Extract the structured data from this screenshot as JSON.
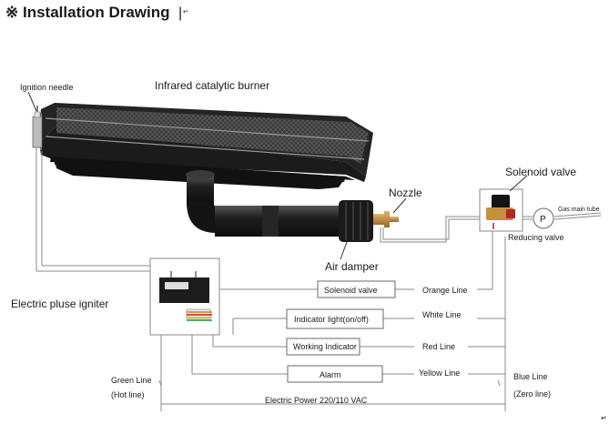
{
  "heading": {
    "mark": "※",
    "title": "Installation Drawing",
    "cursor": "|",
    "trailing_mark": "↵"
  },
  "labels": {
    "ignition_needle": "Ignition needle",
    "burner": "Infrared catalytic burner",
    "nozzle": "Nozzle",
    "air_damper": "Air damper",
    "solenoid_valve": "Solenoid valve",
    "gas_main_tube": "Gas main tube",
    "reducing_valve": "Reducing valve",
    "regulator_symbol": "P",
    "igniter": "Electric pluse igniter",
    "green_line": "Green Line",
    "hot_line": "(Hot line)",
    "blue_line": "Blue Line",
    "zero_line": "(Zero line)",
    "power": "Electric Power 220/110 VAC",
    "end_mark": "↵"
  },
  "wiring": [
    {
      "box": "Solenoid valve",
      "line": "Orange Line"
    },
    {
      "box": "Indicator light(on/off)",
      "line": "White Line"
    },
    {
      "box": "Working Indicator",
      "line": "Red Line"
    },
    {
      "box": "Alarm",
      "line": "Yellow Line"
    }
  ],
  "colors": {
    "line": "#8a8a8a",
    "burner_body": "#2b2b2b",
    "burner_grid": "#4a4a4a",
    "brass": "#c48a3c",
    "valve_red": "#b0282a"
  }
}
